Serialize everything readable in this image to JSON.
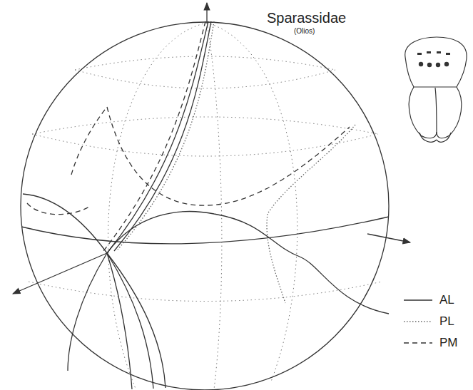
{
  "diagram": {
    "title": "Sparassidae",
    "labels": [
      "(Olios)"
    ],
    "legend": [
      {
        "text": "AL"
      },
      {
        "text": "PL"
      },
      {
        "text": "PM"
      }
    ]
  }
}
